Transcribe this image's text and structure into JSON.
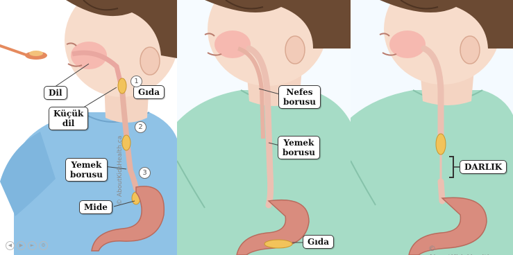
{
  "panel1": {
    "labels": {
      "dil": "Dil",
      "gida": "Gıda",
      "kucuk_dil_1": "Küçük",
      "kucuk_dil_2": "dil",
      "yemek_borusu_1": "Yemek",
      "yemek_borusu_2": "borusu",
      "mide": "Mide"
    },
    "steps": [
      "1",
      "2",
      "3"
    ],
    "watermark": "© AboutKidsHealth.ca"
  },
  "panel2": {
    "labels": {
      "nefes_borusu_1": "Nefes",
      "nefes_borusu_2": "borusu",
      "yemek_borusu_1": "Yemek",
      "yemek_borusu_2": "borusu",
      "gida": "Gıda"
    }
  },
  "panel3": {
    "labels": {
      "darlik": "DARLIK"
    },
    "watermark": "© AboutKidsHealth.ca"
  },
  "colors": {
    "shirt_blue": "#8fc2e6",
    "shirt_green": "#a6dcc6",
    "skin": "#f7dccb",
    "hair": "#6b4a33",
    "esophagus": "#e7b2a3",
    "stomach": "#d98c7e",
    "food": "#f2c35a"
  }
}
